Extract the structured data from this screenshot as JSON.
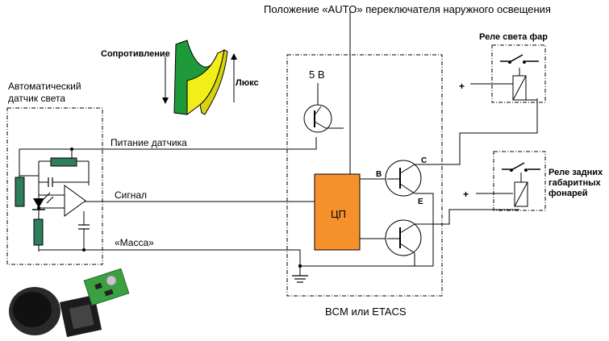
{
  "labels": {
    "auto_switch": "Положение «AUTO» переключателя наружного освещения",
    "headlamp_relay": "Реле света фар",
    "resistance": "Сопротивление",
    "lux": "Люкс",
    "five_volt": "5 В",
    "auto_sensor": "Автоматический датчик света",
    "sensor_power": "Питание датчика",
    "signal": "Сигнал",
    "ground": "«Масса»",
    "cpu": "ЦП",
    "bcm": "BCM или ETACS",
    "tail_relay": "Реле задних габаритных фонарей",
    "plus_1": "+",
    "plus_2": "+",
    "pin_b": "B",
    "pin_c": "C",
    "pin_e": "E"
  },
  "colors": {
    "cpu_fill": "#f5902b",
    "resistor_fill": "#2e7d5b",
    "sensor_green": "#1f9a3a",
    "sensor_yellow": "#f2ee1a"
  },
  "icons": {
    "sensor_illustration": "light-sensor-curve",
    "photo": "light-sensor-photo",
    "ground_symbol": "ground-icon"
  }
}
